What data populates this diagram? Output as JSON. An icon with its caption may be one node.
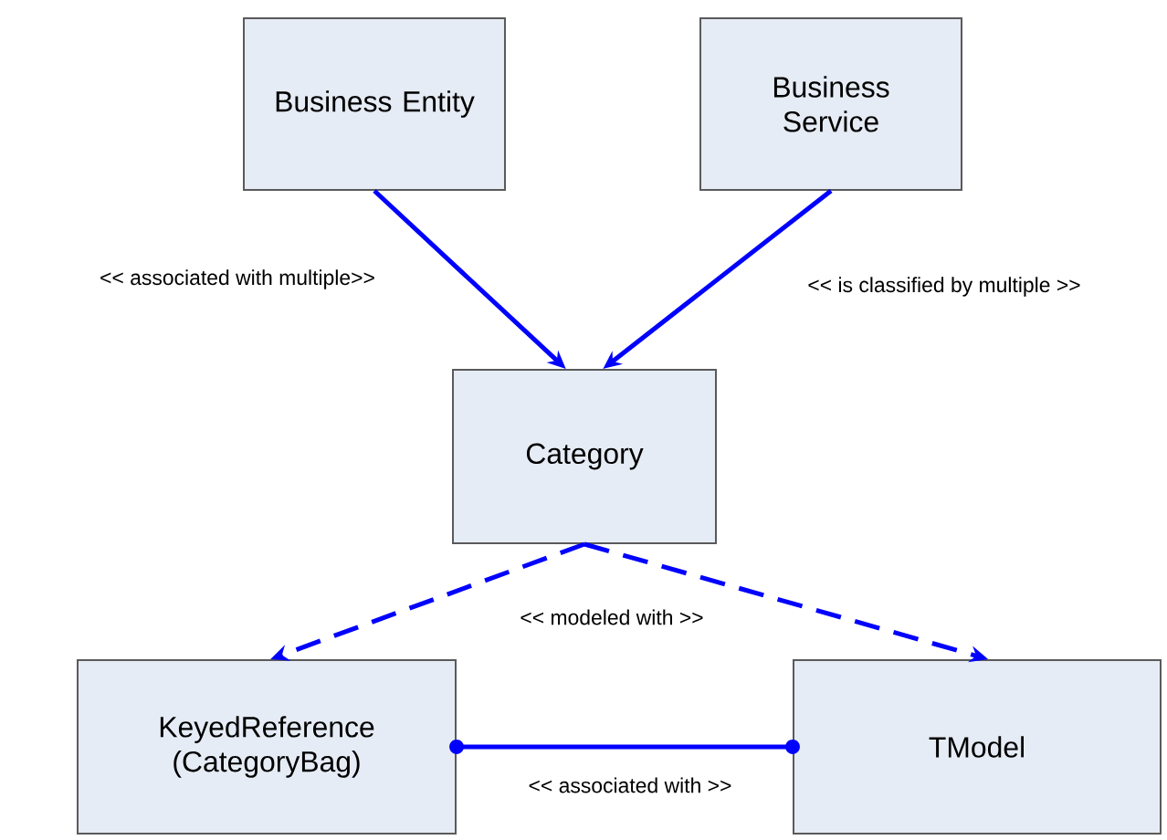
{
  "diagram": {
    "nodes": [
      {
        "text": [
          "Business Entity"
        ]
      },
      {
        "text": [
          "Business Service"
        ]
      },
      {
        "text": [
          "Category"
        ]
      },
      {
        "text": [
          "KeyedReference (CategoryBag)"
        ]
      },
      {
        "text": [
          "TModel"
        ]
      }
    ],
    "edges": [
      {
        "from": 0,
        "to": 2,
        "arrow": "to",
        "label": "<< associated with multiple>>"
      },
      {
        "from": 1,
        "to": 2,
        "arrow": "to",
        "label": "<< is classified by multiple >>"
      },
      {
        "from": 2,
        "to": 3,
        "arrow": "to",
        "style": "dashed",
        "label": "<< modeled with >>"
      },
      {
        "from": 2,
        "to": 4,
        "arrow": "to",
        "style": "dashed"
      },
      {
        "from": 3,
        "to": 4,
        "arrow": "other",
        "label": "<< associated with >>"
      }
    ]
  }
}
